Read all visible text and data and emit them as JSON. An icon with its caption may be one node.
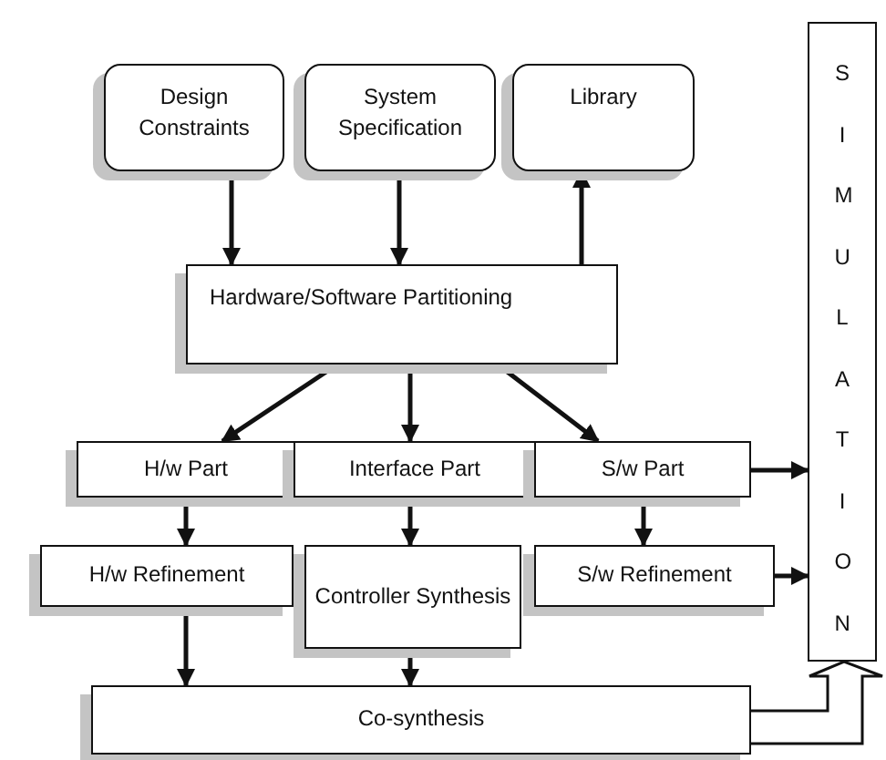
{
  "diagram": {
    "nodes": [
      {
        "text": [
          "Design Constraints"
        ]
      },
      {
        "text": [
          "System Specification"
        ]
      },
      {
        "text": [
          "Library"
        ]
      },
      {
        "text": [
          "Hardware/Software Partitioning"
        ]
      },
      {
        "text": [
          "H/w Part"
        ]
      },
      {
        "text": [
          "Interface Part"
        ]
      },
      {
        "text": [
          "S/w Part"
        ]
      },
      {
        "text": [
          "H/w Refinement"
        ]
      },
      {
        "text": [
          "Controller Synthesis"
        ]
      },
      {
        "text": [
          "S/w Refinement"
        ]
      },
      {
        "text": [
          "Co-synthesis"
        ]
      },
      {
        "text": [
          "SIMULATION"
        ]
      }
    ],
    "edges": [
      {
        "from": 0,
        "to": 3,
        "arrow": "to"
      },
      {
        "from": 1,
        "to": 3,
        "arrow": "to"
      },
      {
        "from": 3,
        "to": 2,
        "arrow": "to"
      },
      {
        "from": 3,
        "to": 4,
        "arrow": "to"
      },
      {
        "from": 3,
        "to": 5,
        "arrow": "to"
      },
      {
        "from": 3,
        "to": 6,
        "arrow": "to"
      },
      {
        "from": 4,
        "to": 7,
        "arrow": "to"
      },
      {
        "from": 5,
        "to": 8,
        "arrow": "to"
      },
      {
        "from": 6,
        "to": 9,
        "arrow": "to"
      },
      {
        "from": 7,
        "to": 10,
        "arrow": "to"
      },
      {
        "from": 8,
        "to": 10,
        "arrow": "to"
      },
      {
        "from": 6,
        "to": 11,
        "arrow": "to"
      },
      {
        "from": 9,
        "to": 11,
        "arrow": "to"
      },
      {
        "from": 10,
        "to": 11,
        "arrow": "to",
        "style": "thick"
      }
    ]
  }
}
